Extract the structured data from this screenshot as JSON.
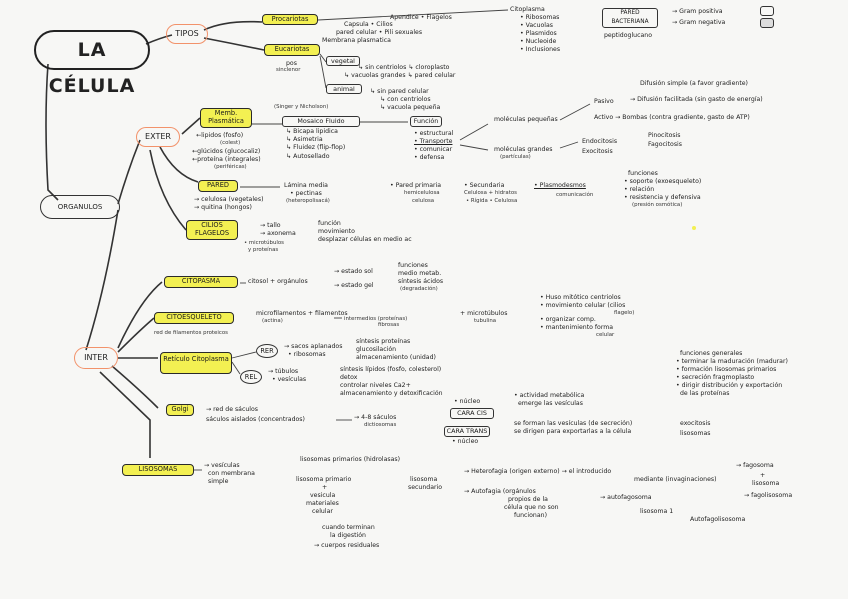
{
  "colors": {
    "highlight": "#f3f052",
    "pill_border": "#f2926a",
    "ink": "#222222"
  },
  "title": "LA CÉLULA",
  "nodes": {
    "tipos": "TIPOS",
    "procariotas": "Procariotas",
    "eucariotas": "Eucariotas",
    "vegetal": "vegetal",
    "animal": "animal",
    "organulos": "ORGANULOS",
    "exter": "EXTER",
    "inter": "INTER",
    "membrana": "Memb. Plasmática",
    "pared": "PARED",
    "cilios": "CILIOS FLAGELOS",
    "citoplasma": "CITOPASMA",
    "citoesqueleto": "CITOESQUELETO",
    "reticulo": "Retículo Citoplasma",
    "golgi": "Golgi",
    "lisosomas": "LISOSOMAS",
    "rer": "RER",
    "rel": "REL",
    "mosaico": "Mosaico Fluido",
    "funcion": "Función",
    "pared_bacteriana": "PARED BACTERIANA",
    "cara_cis": "CARA CIS",
    "cara_trans": "CARA TRANS"
  },
  "texts": {
    "proc_a": "Apendice • Flagelos",
    "proc_b": "Capsula      • Cilios",
    "proc_c": "pared celular     • Pili sexuales",
    "proc_d": "Membrana plasmatica",
    "proc_list": [
      "Citoplasma",
      "• Ribosomas",
      "• Vacuolas",
      "• Plasmidos",
      "• Nucleoide",
      "• Inclusiones"
    ],
    "pared_sub": "peptidoglucano",
    "gram_pos": "→ Gram positiva",
    "gram_neg": "→ Gram negativa",
    "pos": "pos",
    "sinclenor": "sinclenor",
    "veg_a": "↳ sin centriolos  ↳ cloroplasto",
    "veg_b": "↳ vacuolas grandes  ↳ pared celular",
    "ani_a": "↳ sin pared celular",
    "ani_b": "↳ con centriolos",
    "ani_c": "↳ vacuola pequeña",
    "mem_sub": "(Singer y Nicholson)",
    "mos_a": "↳ Bicapa lipidica",
    "mos_b": "↳ Asimetria",
    "mos_c": "↳ Fluidez (flip-flop)",
    "mos_c2": "↳ Autosellado",
    "mem_l1": "←lipidos (fosfo)",
    "mem_l1b": "(colest)",
    "mem_l2": "←glúcidos (glucocaliz)",
    "mem_l3": "←proteína (integrales)",
    "mem_l3b": "(periféricas)",
    "fun_a": "• estructural",
    "fun_b": "• Transporte",
    "fun_c": "• comunicar",
    "fun_d": "• defensa",
    "mol_peq": "moléculas pequeñas",
    "mol_grandes": "moléculas grandes",
    "particulas": "(partículas)",
    "pasivo": "Pasivo",
    "activo": "Activo → Bombas (contra gradiente, gasto de ATP)",
    "dif_simple": "Difusión simple (a favor gradiente)",
    "dif_fac": "→ Difusión facilitada (sin gasto de energía)",
    "endocitosis": "Endocitosis",
    "exocitosis": "Exocitosis",
    "pinocitosis": "Pinocitosis",
    "fagocitosis": "Fagocitosis",
    "par_a": "Lámina media",
    "par_a2": "• pectinas",
    "par_a3": "(heteropolisacá)",
    "par_b": "• Pared primaria",
    "par_b2": "hemicelulosa",
    "par_b3": "celulosa",
    "par_c": "• Secundaria",
    "par_c2": "Celulosa + hidratos",
    "par_c3": "• Rígida • Celulosa",
    "plasmo": "• Plasmodesmos",
    "plasmo2": "comunicación",
    "par_fun": [
      "funciones",
      "• soporte (exoesqueleto)",
      "• relación",
      "• resistencia y defensiva",
      "(presión osmótica)"
    ],
    "par_l1": "→ celulosa (vegetales)",
    "par_l2": "→ quitina (hongos)",
    "cil_a": "→ tallo",
    "cil_b": "→ axonema",
    "cil_c": "• microtúbulos",
    "cil_c2": "y proteínas",
    "cil_f": "función",
    "cil_f2": "movimiento",
    "cil_f3": "desplazar células en medio ac",
    "cito_a": "citosol + orgánulos",
    "cito_b": "→ estado sol",
    "cito_c": "→ estado gel",
    "cito_fun": [
      "funciones",
      "medio metab.",
      "síntesis ácidos",
      "(degradación)"
    ],
    "cq_a": "microfilamentos + filamentos",
    "cq_a2": "(actina)",
    "cq_b": "intermedios (proteínas)",
    "cq_b2": "fibrosas",
    "cq_c": "+ microtúbulos",
    "cq_c2": "tubulina",
    "cq_note": "red de filamentos proteicos",
    "cq_fun": [
      "• Huso mitótico centriolos",
      "• movimiento celular (cilios",
      "flagelo)",
      "• organizar comp.",
      "• mantenimiento forma",
      "celular"
    ],
    "rer_a": "→ sacos aplanados",
    "rer_b": "• ribosomas",
    "rer_f": [
      "síntesis proteínas",
      "glucosilación",
      "almacenamiento (unidad)"
    ],
    "rel_a": "→ túbulos",
    "rel_b": "• vesículas",
    "rel_f": [
      "síntesis lípidos (fosfo, colesterol)",
      "detox",
      "controlar niveles Ca2+",
      "almacenamiento y detoxificación"
    ],
    "ret_fun": [
      "funciones generales",
      "• terminar la maduración (madurar)",
      "• formación lisosomas primarios",
      "• secreción fragmoplasto",
      "• dirigir distribución y exportación",
      "de las proteínas"
    ],
    "gol_a": "→ red de sáculos",
    "gol_b": "sáculos aislados (concentrados)",
    "gol_c": "→ 4-8 sáculos",
    "gol_c2": "dictiosomas",
    "gol_d": "• núcleo",
    "gol_e": "• núcleo",
    "gol_f1": "• actividad metabólica",
    "gol_f2": "emerge las vesículas",
    "gol_f3": "se forman las vesículas (de secreción)",
    "gol_f4": "se dirigen para exportarlas a la célula",
    "exo1": "exocitosis",
    "exo2": "lisosomas",
    "lis_a": "→ vesículas",
    "lis_a2": "con membrana",
    "lis_a3": "simple",
    "lis_b": "lisosomas primarios (hidrolasas)",
    "lis_c": "lisosoma primario",
    "lis_c2": "+",
    "lis_c3": "vesicula",
    "lis_c4": "materiales",
    "lis_c5": "celular",
    "lis_d": "lisosoma",
    "lis_d2": "secundario",
    "lis_e": "cuando terminan",
    "lis_e2": "la digestión",
    "lis_e3": "→ cuerpos residuales",
    "het": "→ Heterofagia (origen externo) → el introducido",
    "het2": "mediante (invaginaciones)",
    "fagosoma": "→ fagosoma",
    "fag_a": "+",
    "fag_b": "lisosoma",
    "fagolisosoma": "→ fagolisosoma",
    "auto": "→ Autofagia (orgánulos",
    "auto2": "propios de la",
    "auto3": "célula que no son",
    "auto4": "funcionan)",
    "autofag": "→ autofagosoma",
    "autofag2": "lisosoma 1",
    "autofag3": "Autofagolisosoma"
  }
}
